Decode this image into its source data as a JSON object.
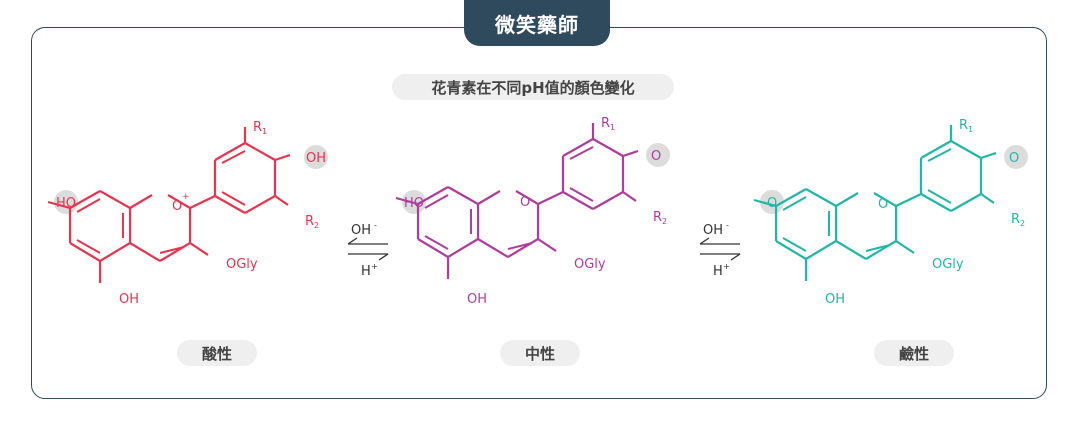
{
  "header": {
    "brand": "微笑藥師"
  },
  "diagram": {
    "subtitle": "花青素在不同pH值的顏色變化",
    "colors": {
      "acid": "#e8344e",
      "neutral": "#b03c9e",
      "base": "#20b7a8",
      "frame": "#2f4a5c",
      "highlight": "#dcdcdc"
    },
    "molecules": [
      {
        "state": "acid",
        "label": "酸性",
        "atoms": {
          "r1": "R",
          "r1_sub": "1",
          "r2": "R",
          "r2_sub": "2",
          "oh_top": "OH",
          "ring_o": "O",
          "ring_o_charge": "+",
          "left_group": "HO",
          "ogly": "OGly",
          "oh_bottom": "OH"
        }
      },
      {
        "state": "neutral",
        "label": "中性",
        "atoms": {
          "r1": "R",
          "r1_sub": "1",
          "r2": "R",
          "r2_sub": "2",
          "keto_o": "O",
          "ring_o": "O",
          "left_group": "HO",
          "ogly": "OGly",
          "oh_bottom": "OH"
        }
      },
      {
        "state": "base",
        "label": "鹼性",
        "atoms": {
          "r1": "R",
          "r1_sub": "1",
          "r2": "R",
          "r2_sub": "2",
          "keto_o": "O",
          "ring_o": "O",
          "left_group": "O",
          "ogly": "OGly",
          "oh_bottom": "OH"
        }
      }
    ],
    "equilibria": [
      {
        "forward": "OH",
        "forward_sup": "-",
        "reverse": "H",
        "reverse_sup": "+"
      },
      {
        "forward": "OH",
        "forward_sup": "-",
        "reverse": "H",
        "reverse_sup": "+"
      }
    ]
  }
}
